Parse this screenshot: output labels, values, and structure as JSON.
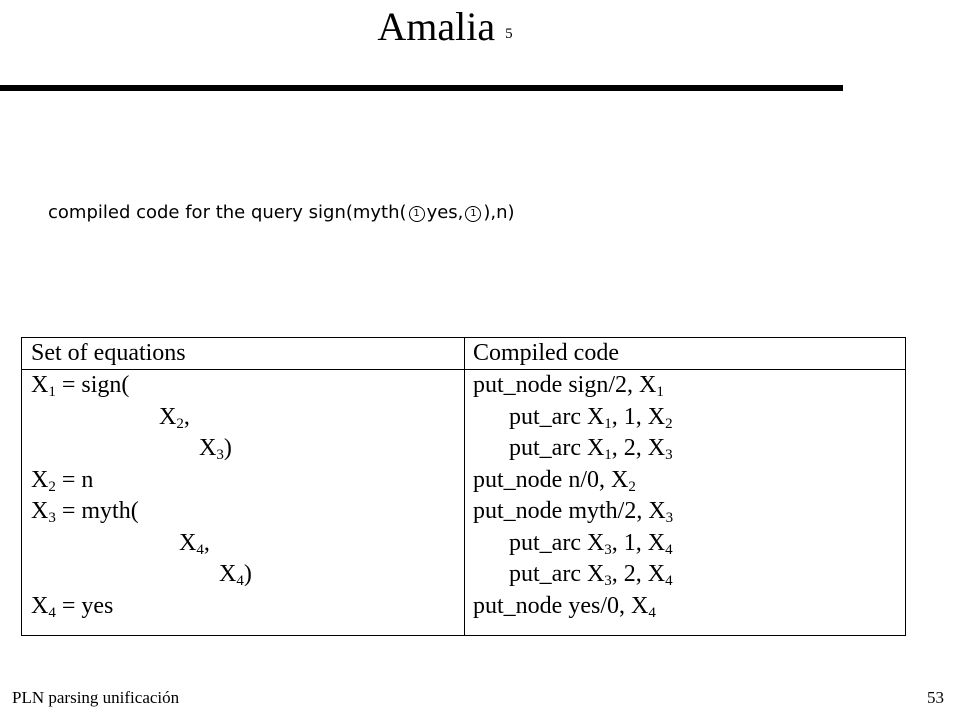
{
  "slide": {
    "title": "Amalia",
    "title_number": "5",
    "subtitle_prefix": "compiled code for the query sign(myth(",
    "subtitle_mid": "yes,",
    "subtitle_suffix": "),n)",
    "circle_glyph": "1"
  },
  "table": {
    "headers": {
      "equations": "Set of equations",
      "code": "Compiled code"
    },
    "equations": [
      {
        "var": "X",
        "sub": "1",
        "rest": " = sign("
      },
      {
        "var": "X",
        "sub": "2",
        "rest": ","
      },
      {
        "var": "X",
        "sub": "3",
        "rest": ")"
      },
      {
        "var": "X",
        "sub": "2",
        "rest": " = n"
      },
      {
        "var": "X",
        "sub": "3",
        "rest": " =  myth("
      },
      {
        "var": "X",
        "sub": "4",
        "rest": ","
      },
      {
        "var": "X",
        "sub": "4",
        "rest": ")"
      },
      {
        "var": "X",
        "sub": "4",
        "rest": " = yes"
      }
    ],
    "code": [
      {
        "parts": [
          {
            "t": "put_node sign/2, X"
          },
          {
            "s": "1"
          }
        ]
      },
      {
        "parts": [
          {
            "t": "put_arc X"
          },
          {
            "s": "1"
          },
          {
            "t": ", 1, X"
          },
          {
            "s": "2"
          }
        ]
      },
      {
        "parts": [
          {
            "t": "put_arc X"
          },
          {
            "s": "1"
          },
          {
            "t": ", 2, X"
          },
          {
            "s": "3"
          }
        ]
      },
      {
        "parts": [
          {
            "t": "put_node n/0, X"
          },
          {
            "s": "2"
          }
        ]
      },
      {
        "parts": [
          {
            "t": "put_node myth/2, X"
          },
          {
            "s": "3"
          }
        ]
      },
      {
        "parts": [
          {
            "t": "put_arc X"
          },
          {
            "s": "3"
          },
          {
            "t": ", 1, X"
          },
          {
            "s": "4"
          }
        ]
      },
      {
        "parts": [
          {
            "t": "put_arc X"
          },
          {
            "s": "3"
          },
          {
            "t": ", 2, X"
          },
          {
            "s": "4"
          }
        ]
      },
      {
        "parts": [
          {
            "t": "put_node yes/0, X"
          },
          {
            "s": "4"
          }
        ]
      }
    ]
  },
  "footer": {
    "left": "PLN  parsing unificación",
    "right": "53"
  }
}
